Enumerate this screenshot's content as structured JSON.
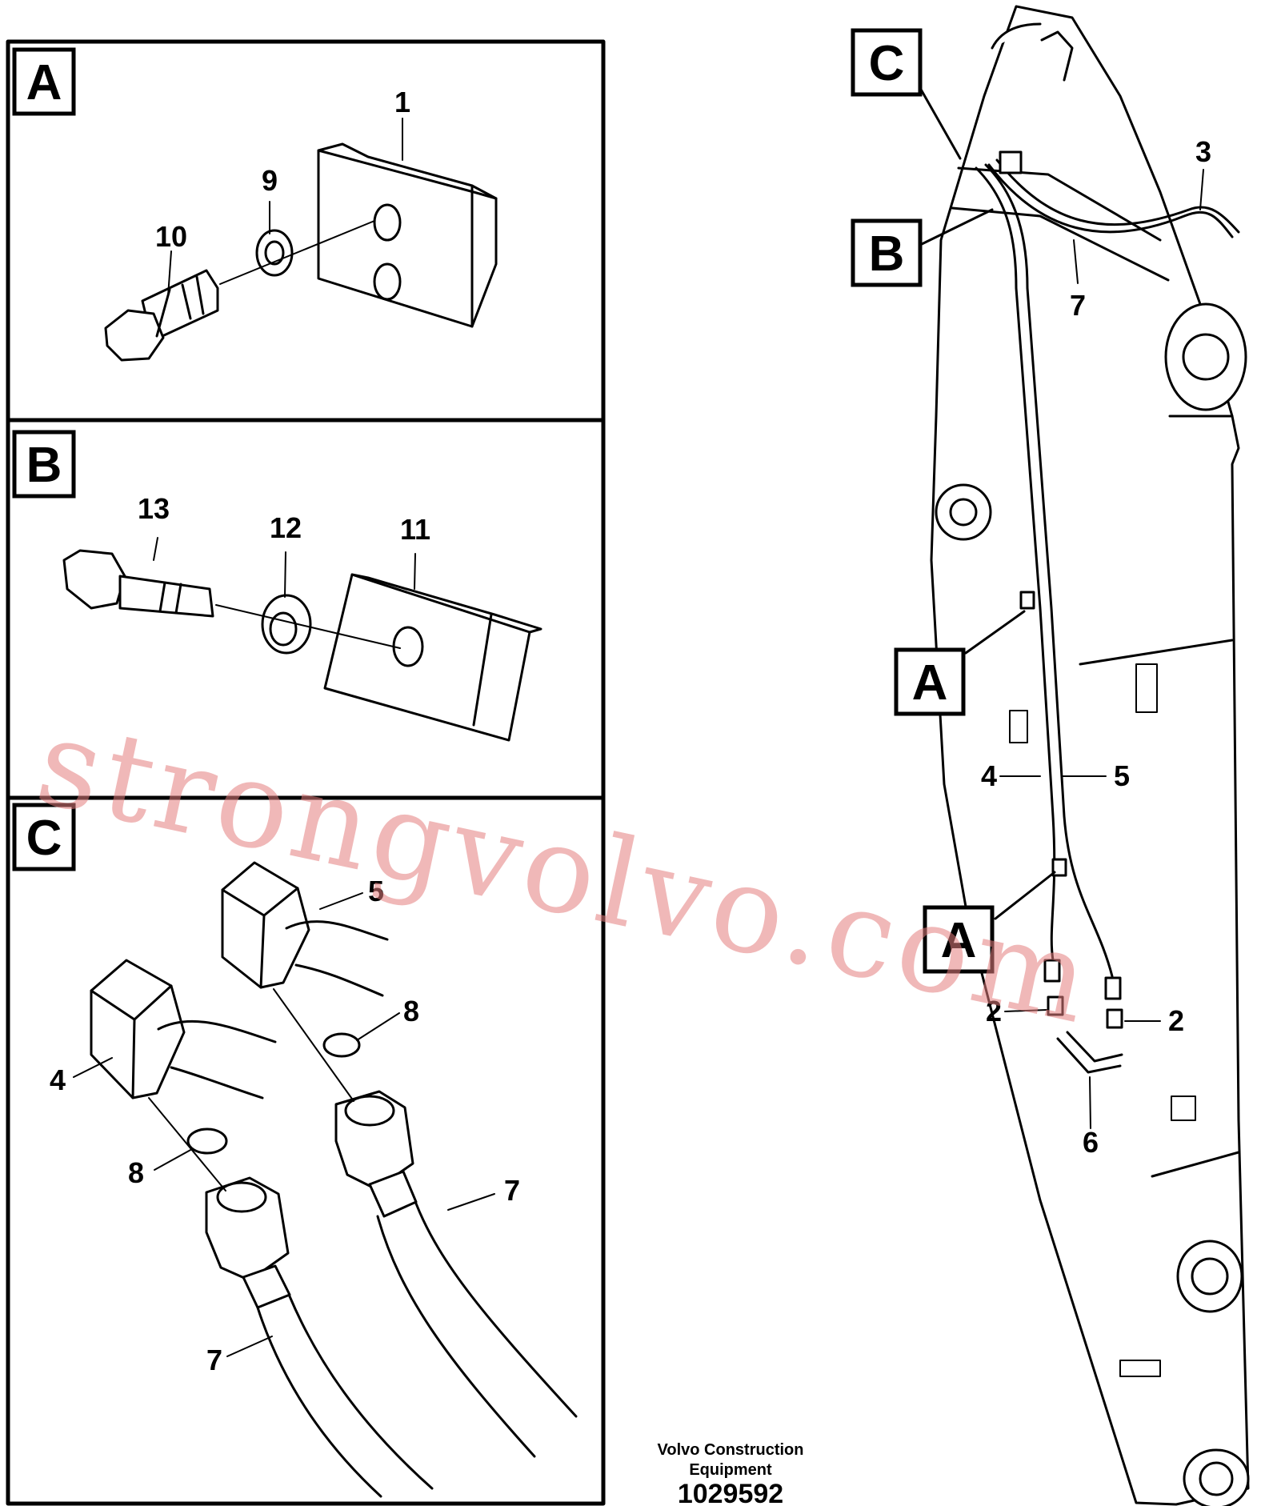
{
  "panels": [
    {
      "letter": "A",
      "callouts": [
        "1",
        "9",
        "10"
      ]
    },
    {
      "letter": "B",
      "callouts": [
        "13",
        "12",
        "11"
      ]
    },
    {
      "letter": "C",
      "callouts": [
        "5",
        "8",
        "4",
        "8",
        "7",
        "7"
      ]
    }
  ],
  "overview": {
    "view_tags": [
      "C",
      "B",
      "A",
      "A"
    ],
    "callouts": [
      "3",
      "7",
      "4",
      "5",
      "2",
      "2",
      "6"
    ]
  },
  "footer": {
    "company_line1": "Volvo Construction",
    "company_line2": "Equipment",
    "drawing_number": "1029592"
  },
  "watermark": "strongvolvo.com"
}
